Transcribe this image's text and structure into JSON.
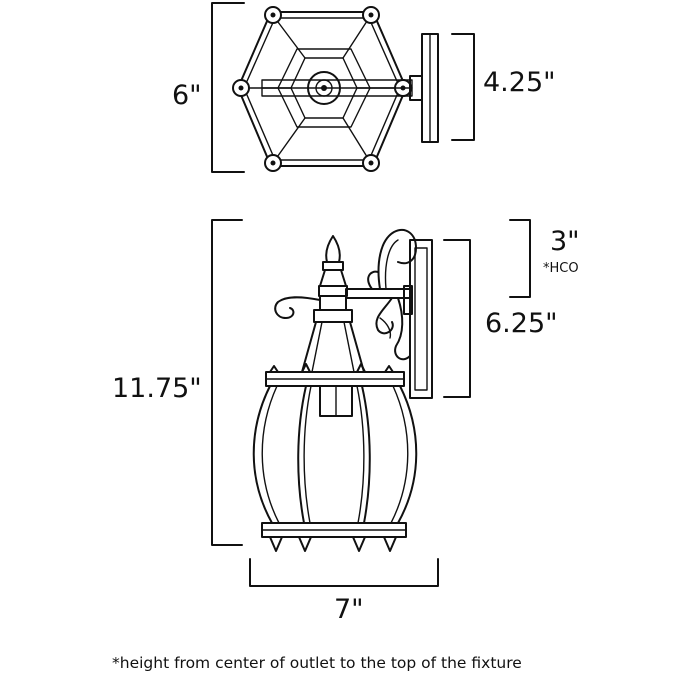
{
  "top_view": {
    "width_label": "6\"",
    "backplate_label": "4.25\""
  },
  "side_view": {
    "height_label": "11.75\"",
    "hco_label": "3\"",
    "hco_note": "*HCO",
    "backplate_label": "6.25\"",
    "depth_label": "7\""
  },
  "footnote": "*height from center of outlet to the top of the fixture"
}
